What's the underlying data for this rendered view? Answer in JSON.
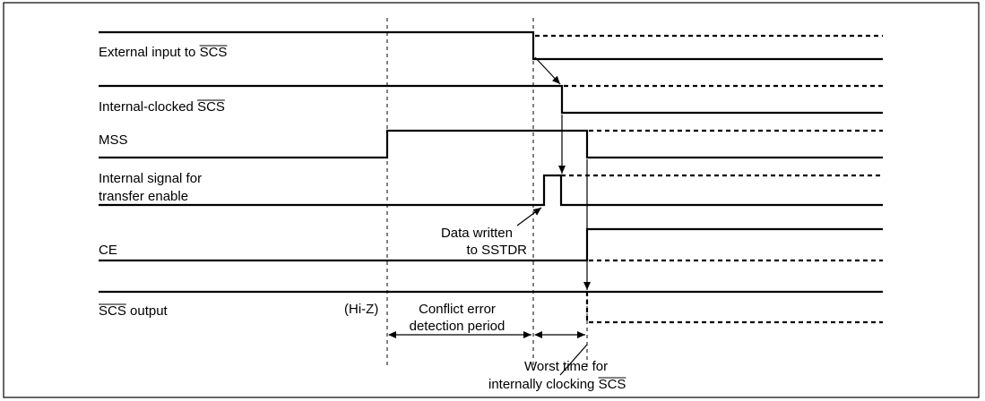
{
  "signals": {
    "external_input": {
      "label": "External input to ",
      "overbar": "SCS"
    },
    "internal_clocked": {
      "label": "Internal-clocked ",
      "overbar": "SCS"
    },
    "mss": {
      "label": "MSS"
    },
    "transfer_enable": {
      "line1": "Internal signal for",
      "line2": "transfer enable"
    },
    "ce": {
      "label": "CE"
    },
    "scs_output": {
      "overbar": "SCS",
      "label": " output"
    }
  },
  "annotations": {
    "hiz": "(Hi-Z)",
    "data_written_line1": "Data written",
    "data_written_line2": "to SSTDR",
    "conflict_line1": "Conflict error",
    "conflict_line2": "detection period",
    "worst_line1": "Worst time for",
    "worst_line2": "internally clocking ",
    "worst_overbar": "SCS"
  }
}
